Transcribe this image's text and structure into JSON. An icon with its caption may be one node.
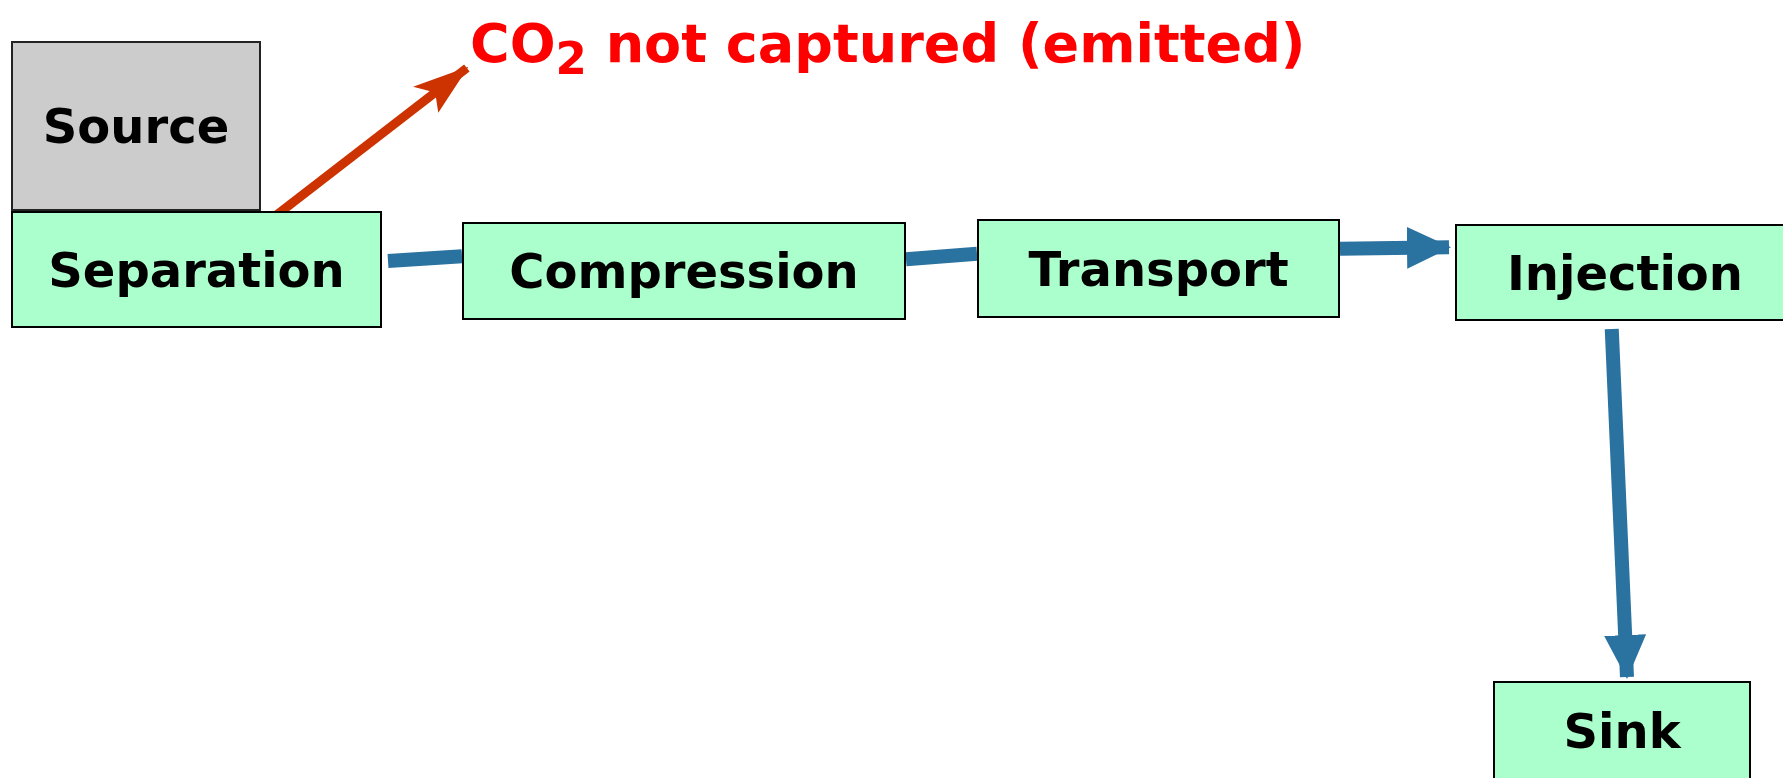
{
  "diagram": {
    "nodes": [
      {
        "text": [
          "Source"
        ]
      },
      {
        "text": [
          "Separation"
        ]
      },
      {
        "text": [
          "Compression"
        ]
      },
      {
        "text": [
          "Transport"
        ]
      },
      {
        "text": [
          "Injection"
        ]
      },
      {
        "text": [
          "Sink"
        ]
      },
      {
        "text": [
          "CO$_{2}$ not captured (emitted)"
        ]
      }
    ],
    "edges": [
      {
        "from": 1,
        "to": 2,
        "arrow": "none"
      },
      {
        "from": 2,
        "to": 3,
        "arrow": "none"
      },
      {
        "from": 3,
        "to": 4,
        "arrow": "to"
      },
      {
        "from": 4,
        "to": 5,
        "arrow": "to"
      },
      {
        "from": 1,
        "to": 6,
        "arrow": "to",
        "color": "#cc3300"
      }
    ]
  }
}
